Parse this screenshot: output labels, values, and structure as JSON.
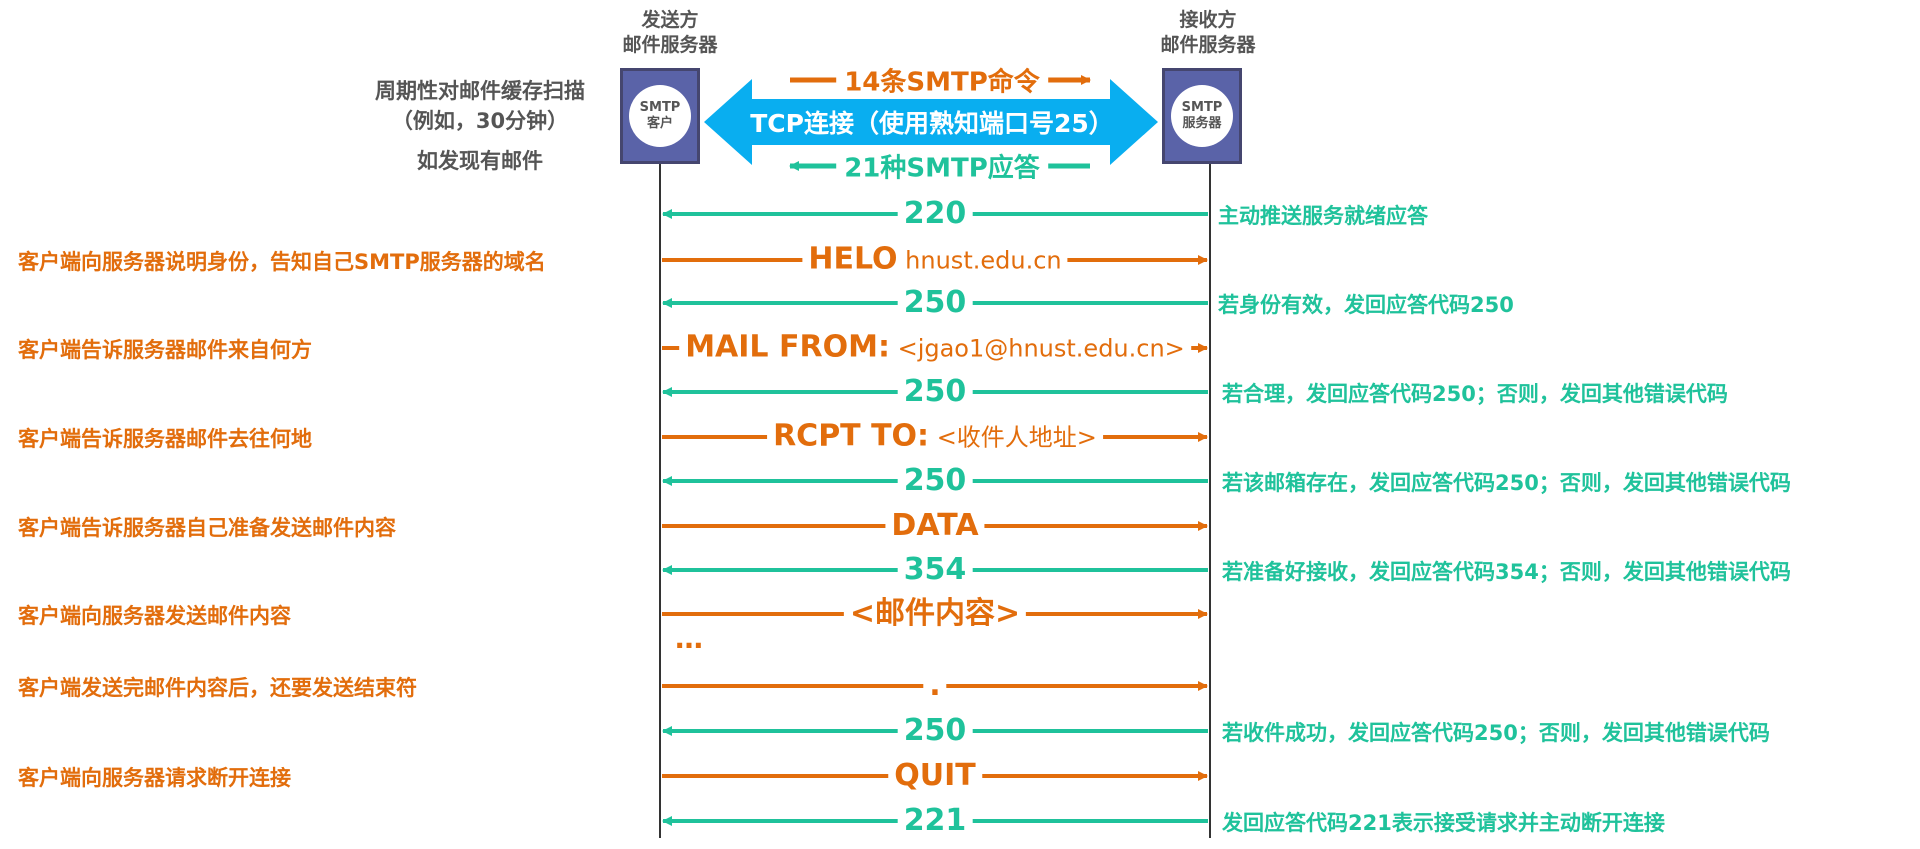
{
  "sender": {
    "title_line1": "发送方",
    "title_line2": "邮件服务器",
    "box_line1": "SMTP",
    "box_line2": "客户"
  },
  "receiver": {
    "title_line1": "接收方",
    "title_line2": "邮件服务器",
    "box_line1": "SMTP",
    "box_line2": "服务器"
  },
  "scan_note": {
    "line1": "周期性对邮件缓存扫描",
    "line2": "（例如，30分钟）",
    "line3": "如发现有邮件"
  },
  "header": {
    "commands": "14条SMTP命令",
    "tcp": "TCP连接（使用熟知端口号25）",
    "replies": "21种SMTP应答"
  },
  "colors": {
    "client": "#e26d0c",
    "server": "#1fc29b",
    "tcp": "#09aef0",
    "box": "#5a63a8"
  },
  "messages": [
    {
      "dir": "reply",
      "code": "220",
      "arg": "",
      "left": "",
      "right": "主动推送服务就绪应答"
    },
    {
      "dir": "cmd",
      "code": "HELO",
      "arg": "hnust.edu.cn",
      "left": "客户端向服务器说明身份，告知自己SMTP服务器的域名",
      "right": ""
    },
    {
      "dir": "reply",
      "code": "250",
      "arg": "",
      "left": "",
      "right": "若身份有效，发回应答代码250"
    },
    {
      "dir": "cmd",
      "code": "MAIL FROM:",
      "arg": "<jgao1@hnust.edu.cn>",
      "left": "客户端告诉服务器邮件来自何方",
      "right": ""
    },
    {
      "dir": "reply",
      "code": "250",
      "arg": "",
      "left": "",
      "right": "若合理，发回应答代码250；否则，发回其他错误代码"
    },
    {
      "dir": "cmd",
      "code": "RCPT TO:",
      "arg": "<收件人地址>",
      "left": "客户端告诉服务器邮件去往何地",
      "right": ""
    },
    {
      "dir": "reply",
      "code": "250",
      "arg": "",
      "left": "",
      "right": "若该邮箱存在，发回应答代码250；否则，发回其他错误代码"
    },
    {
      "dir": "cmd",
      "code": "DATA",
      "arg": "",
      "left": "客户端告诉服务器自己准备发送邮件内容",
      "right": ""
    },
    {
      "dir": "reply",
      "code": "354",
      "arg": "",
      "left": "",
      "right": "若准备好接收，发回应答代码354；否则，发回其他错误代码"
    },
    {
      "dir": "cmd",
      "code": "<邮件内容>",
      "arg": "",
      "left": "客户端向服务器发送邮件内容",
      "right": ""
    },
    {
      "dir": "cmd",
      "code": ".",
      "arg": "",
      "left": "客户端发送完邮件内容后，还要发送结束符",
      "right": ""
    },
    {
      "dir": "reply",
      "code": "250",
      "arg": "",
      "left": "",
      "right": "若收件成功，发回应答代码250；否则，发回其他错误代码"
    },
    {
      "dir": "cmd",
      "code": "QUIT",
      "arg": "",
      "left": "客户端向服务器请求断开连接",
      "right": ""
    },
    {
      "dir": "reply",
      "code": "221",
      "arg": "",
      "left": "",
      "right": "发回应答代码221表示接受请求并主动断开连接"
    }
  ],
  "ellipsis": "…"
}
